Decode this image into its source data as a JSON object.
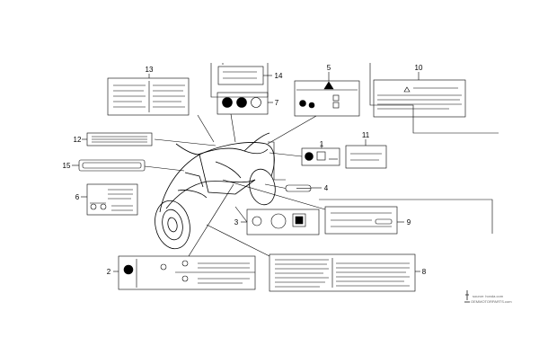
{
  "diagram": {
    "callouts": [
      "1",
      "2",
      "3",
      "4",
      "5",
      "6",
      "7",
      "8",
      "9",
      "10",
      "11",
      "12",
      "13",
      "14",
      "15"
    ],
    "watermark": {
      "line1": "source: honda.com",
      "line2": "OEMMOTORPARTS.com"
    },
    "colors": {
      "line": "#000000",
      "background": "#ffffff"
    }
  }
}
